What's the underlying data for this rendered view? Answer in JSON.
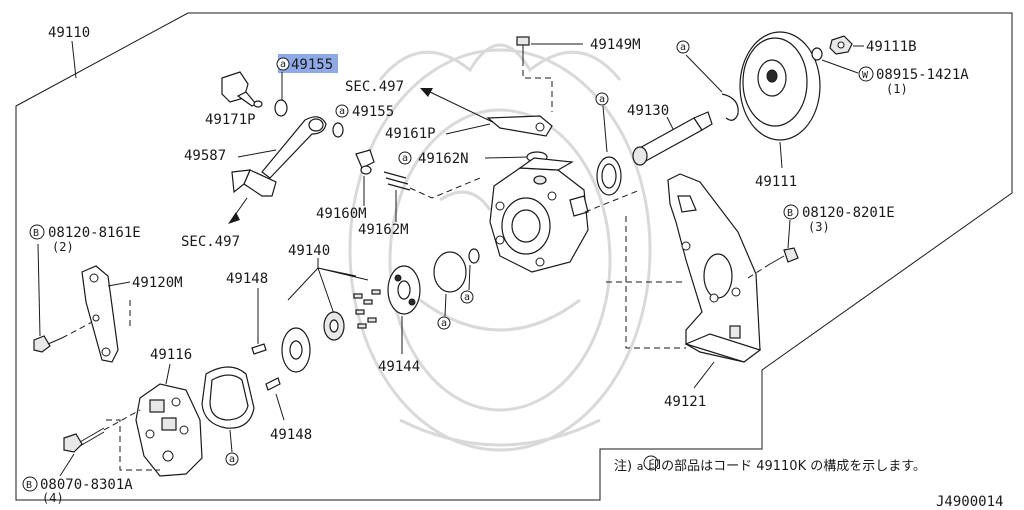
{
  "labels": {
    "assembly": "49110",
    "part_49155_top": "49155",
    "sec_top": "SEC.497",
    "part_49171p": "49171P",
    "part_49155": "49155",
    "part_49161p": "49161P",
    "part_49587": "49587",
    "part_49162n": "49162N",
    "part_49160m": "49160M",
    "part_49162m": "49162M",
    "sec_bottom": "SEC.497",
    "part_49149m": "49149M",
    "part_49130": "49130",
    "part_49111b": "49111B",
    "part_08915": "08915-1421A",
    "qty_08915": "(1)",
    "part_49111": "49111",
    "part_08120_8201e": "08120-8201E",
    "qty_08120_8201e": "(3)",
    "part_08120_8161e": "08120-8161E",
    "qty_08120_8161e": "(2)",
    "part_49140": "49140",
    "part_49148_top": "49148",
    "part_49120m": "49120M",
    "part_49116": "49116",
    "part_49144": "49144",
    "part_49148_bottom": "49148",
    "part_49121": "49121",
    "part_08070": "08070-8301A",
    "qty_08070": "(4)",
    "diagram_code": "J4900014"
  },
  "markers": {
    "a": "a",
    "b": "B",
    "w": "W"
  },
  "footnote": {
    "prefix": "注)",
    "marker": "a",
    "text": "印の部品はコード 49110K の構成を示します。"
  },
  "colors": {
    "line": "#1a1a1a",
    "highlight": "#8fa8e6",
    "watermark": "#d9d9d9"
  }
}
